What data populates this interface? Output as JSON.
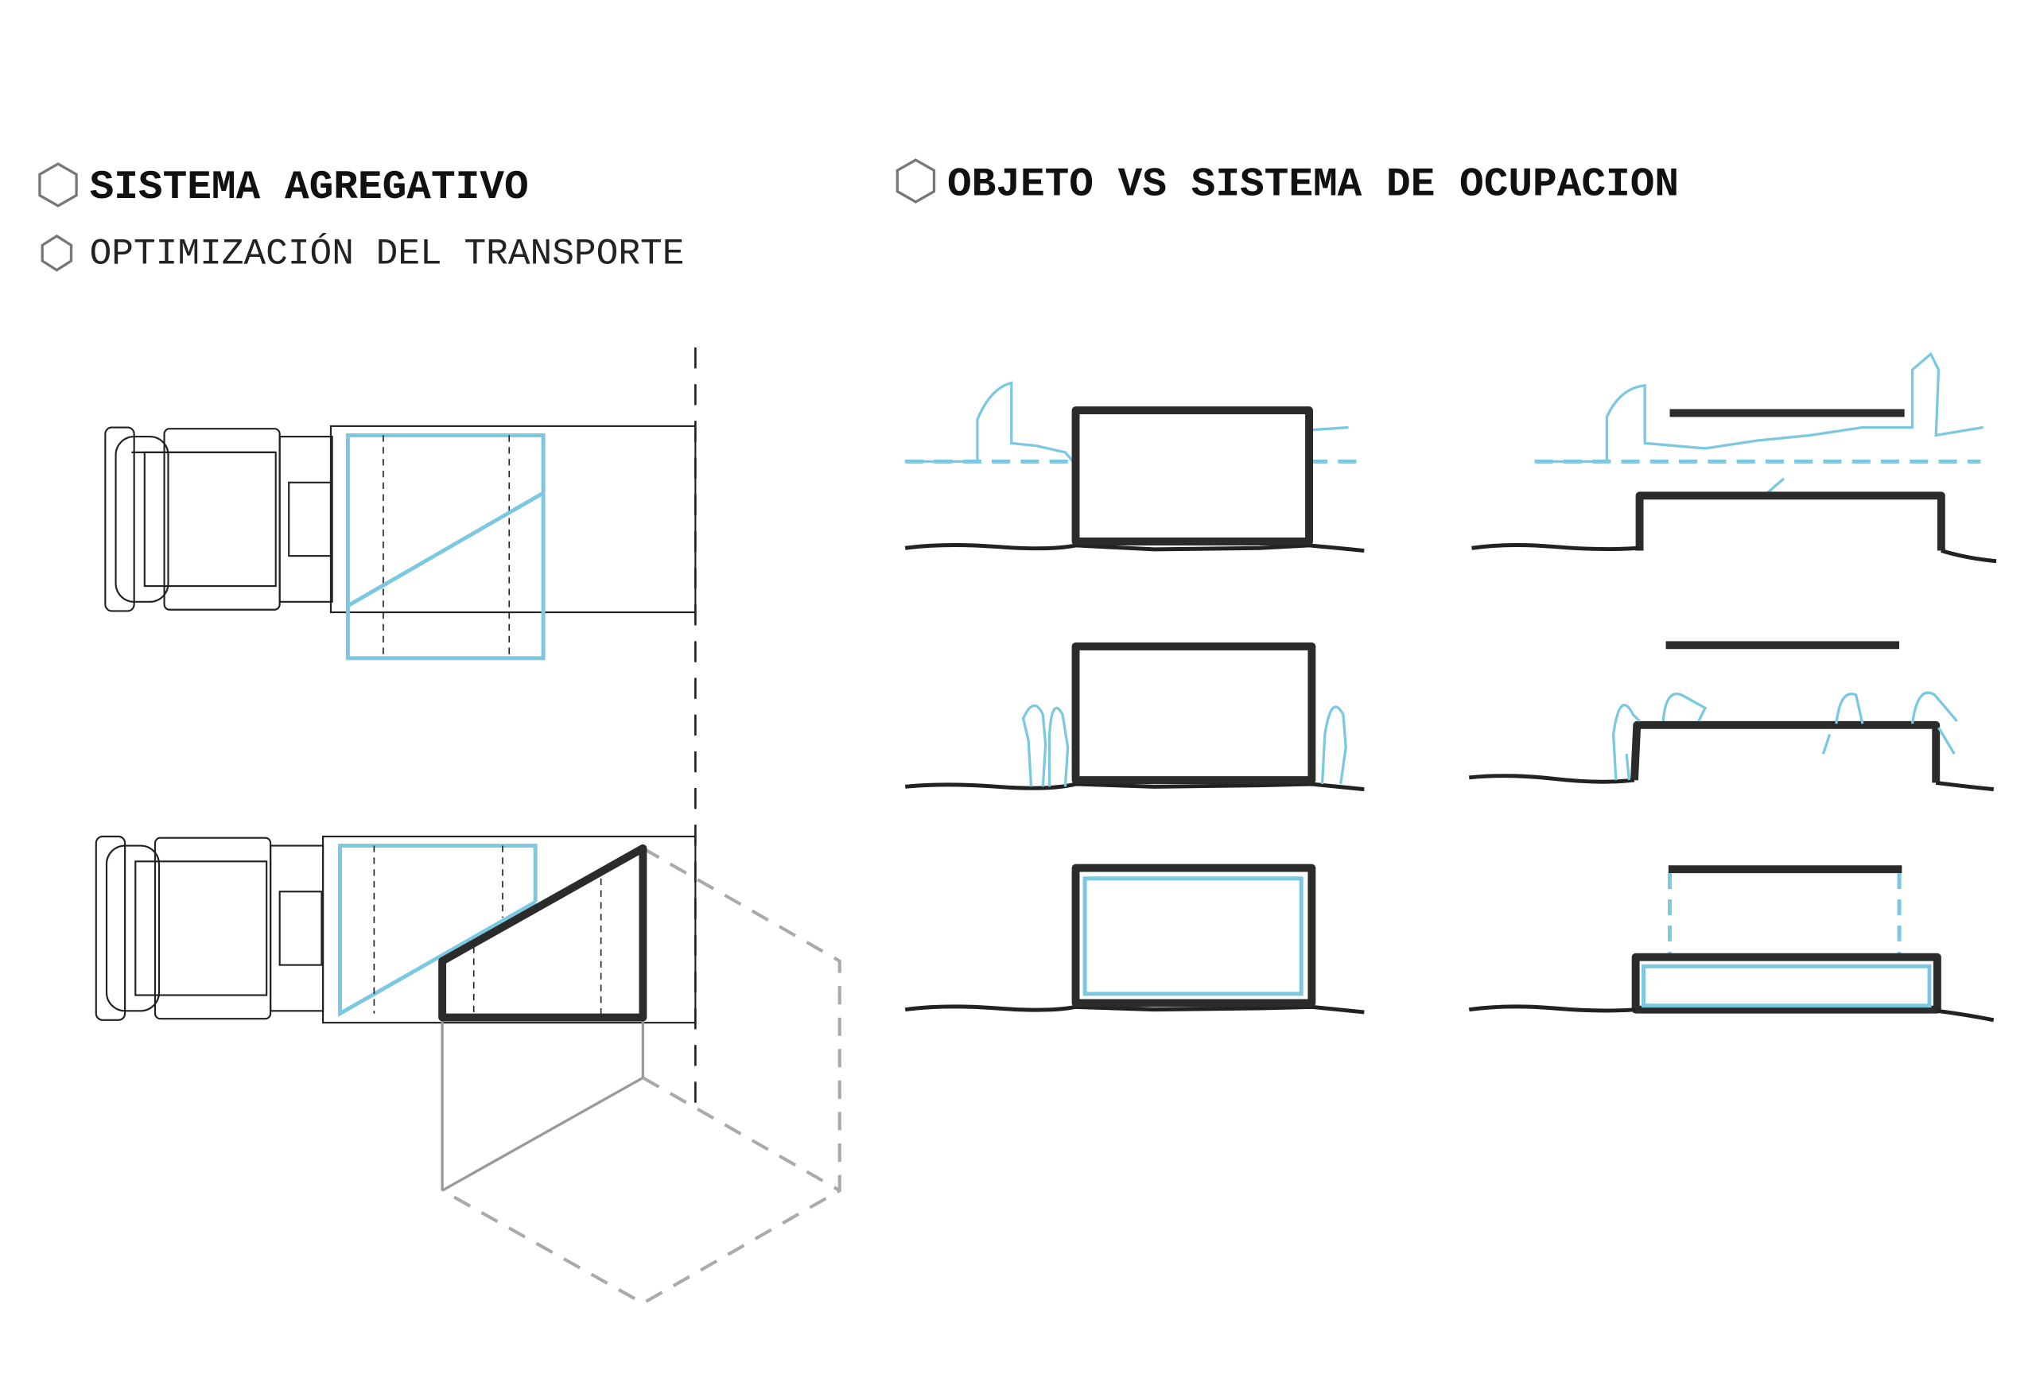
{
  "left": {
    "title": "SISTEMA AGREGATIVO",
    "subtitle": "OPTIMIZACIÓN DEL TRANSPORTE",
    "icon": "hexagon-icon"
  },
  "right": {
    "title": "OBJETO VS SISTEMA DE OCUPACION",
    "icon": "hexagon-icon"
  },
  "colors": {
    "accent": "#7cc8e0",
    "ink": "#2b2b2b",
    "gray": "#999999"
  }
}
